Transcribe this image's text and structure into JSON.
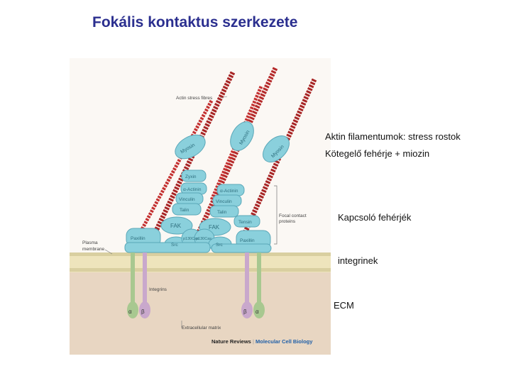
{
  "title": "Fokális kontaktus szerkezete",
  "figure": {
    "labels": {
      "actin_stress_fibres": "Actin stress fibres",
      "focal_contact_proteins_1": "Focal contact",
      "focal_contact_proteins_2": "proteins",
      "plasma_membrane_1": "Plasma",
      "plasma_membrane_2": "membrane",
      "integrins": "Integrins",
      "extracellular_matrix": "Extracellular matrix",
      "alpha_left": "α",
      "beta_left": "β",
      "beta_right": "β",
      "alpha_right": "α"
    },
    "proteins": {
      "myosin": "Myosin",
      "zyxin": "Zyxin",
      "alpha_actinin": "α-Actinin",
      "vinculin": "Vinculin",
      "talin": "Talin",
      "tensin": "Tensin",
      "fak": "FAK",
      "paxillin": "Paxillin",
      "src": "Src",
      "p130cas": "p130Cas"
    },
    "credit": {
      "journal_1": "Nature Reviews",
      "separator": "|",
      "journal_2": "Molecular Cell Biology"
    }
  },
  "captions": {
    "actin": "Aktin filamentumok: stress rostok",
    "bundling": "Kötegelő fehérje + miozin",
    "adaptor": "Kapcsoló fehérjék",
    "integrins": "integrinek",
    "ecm": "ECM"
  },
  "colors": {
    "title": "#2b2f8f",
    "actin": "#b52a2a",
    "protein": "#8ad0dc",
    "membrane": "#e8e0b8",
    "ecm": "#e6d4c0",
    "integrin_green": "#a8c890",
    "integrin_purple": "#c9a8cc"
  }
}
